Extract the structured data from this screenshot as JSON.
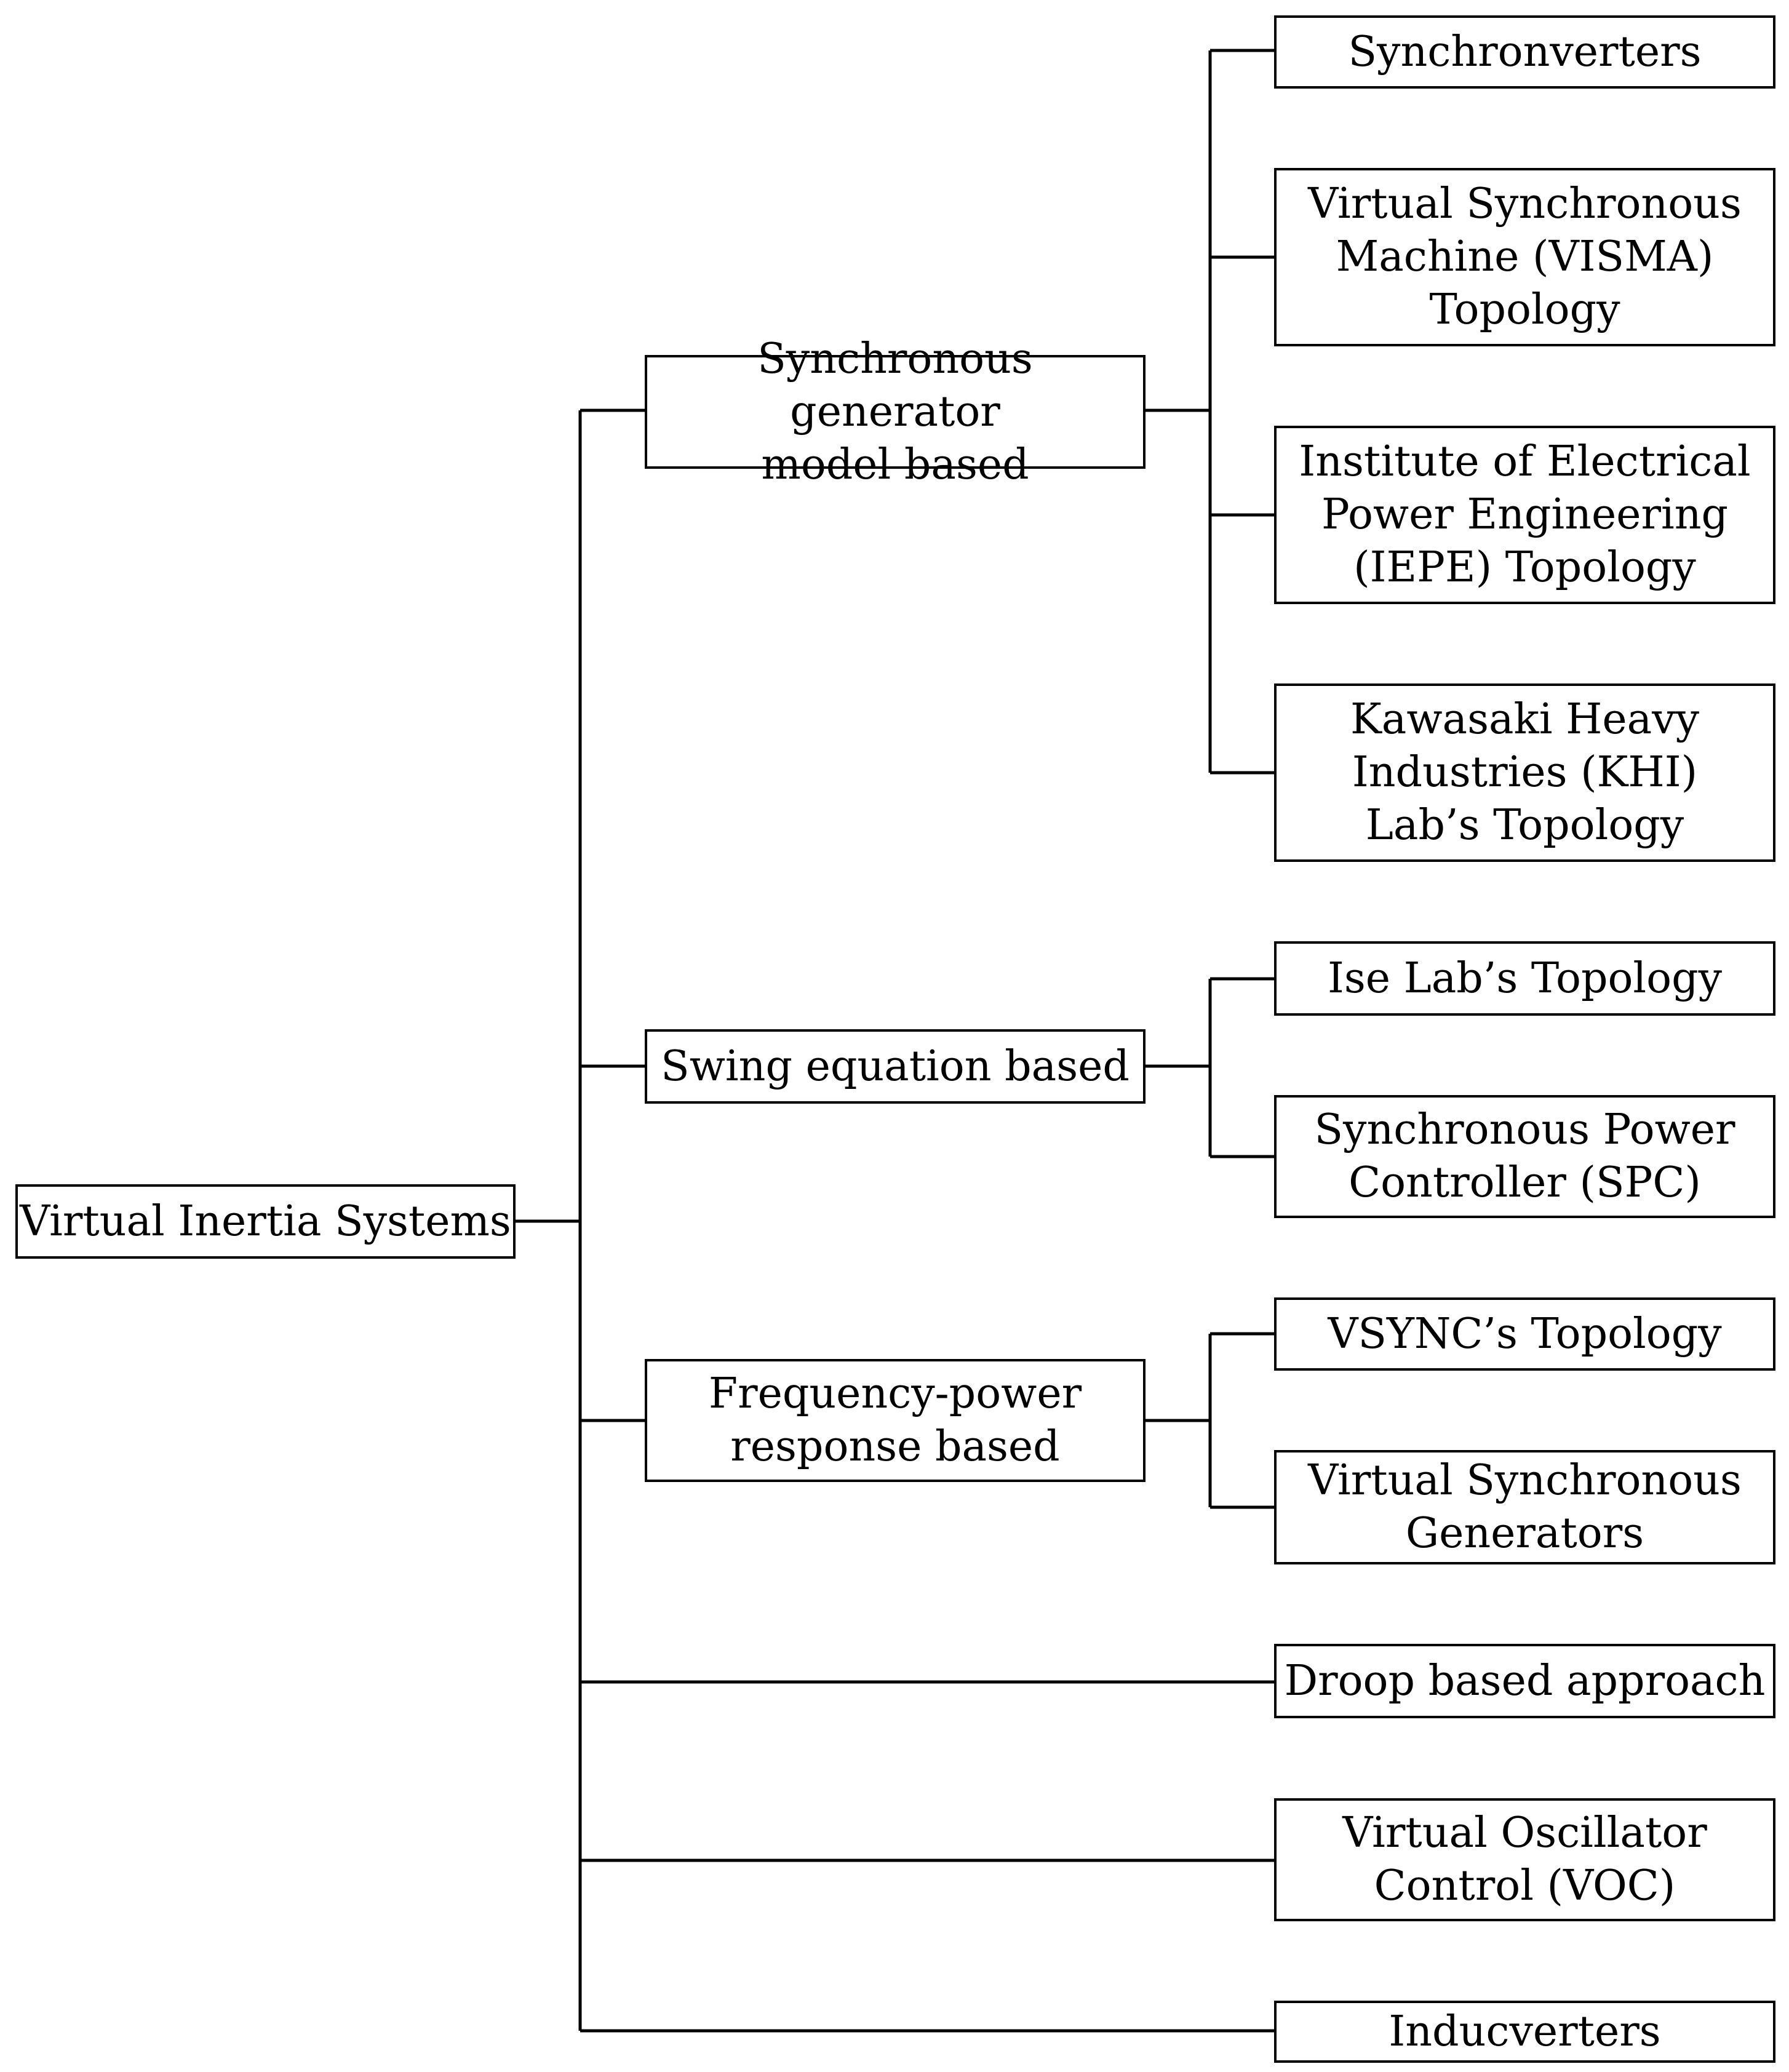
{
  "root": {
    "label": "Virtual Inertia Systems"
  },
  "categories": {
    "synchronous_generator": {
      "label": "Synchronous generator\nmodel based"
    },
    "swing_equation": {
      "label": "Swing equation based"
    },
    "frequency_power": {
      "label": "Frequency-power\nresponse based"
    }
  },
  "leaves": {
    "synchronverters": {
      "label": "Synchronverters"
    },
    "visma": {
      "label": "Virtual Synchronous\nMachine (VISMA)\nTopology"
    },
    "iepe": {
      "label": "Institute of Electrical\nPower Engineering\n(IEPE) Topology"
    },
    "khi": {
      "label": "Kawasaki Heavy\nIndustries (KHI)\nLab’s Topology"
    },
    "ise": {
      "label": "Ise Lab’s Topology"
    },
    "spc": {
      "label": "Synchronous Power\nController (SPC)"
    },
    "vsync": {
      "label": "VSYNC’s Topology"
    },
    "vsg": {
      "label": "Virtual Synchronous\nGenerators"
    },
    "droop": {
      "label": "Droop based approach"
    },
    "voc": {
      "label": "Virtual Oscillator\nControl (VOC)"
    },
    "inducverters": {
      "label": "Inducverters"
    }
  }
}
